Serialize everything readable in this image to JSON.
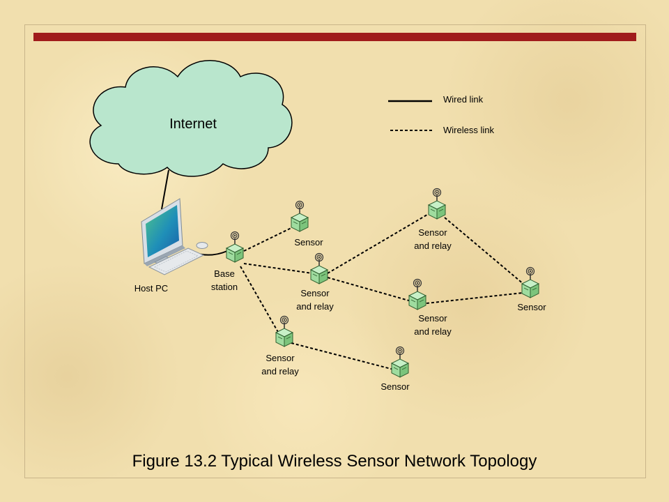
{
  "cloud": {
    "label": "Internet",
    "fill": "#b9e6cd"
  },
  "legend": {
    "wired_label": "Wired link",
    "wireless_label": "Wireless link"
  },
  "host": {
    "label": "Host PC"
  },
  "base": {
    "label_line1": "Base",
    "label_line2": "station"
  },
  "nodes": {
    "sensor_top": {
      "line1": "Sensor"
    },
    "relay_middle": {
      "line1": "Sensor",
      "line2": "and relay"
    },
    "relay_top_right": {
      "line1": "Sensor",
      "line2": "and relay"
    },
    "relay_center_right": {
      "line1": "Sensor",
      "line2": "and relay"
    },
    "sensor_far_right": {
      "line1": "Sensor"
    },
    "relay_lower": {
      "line1": "Sensor",
      "line2": "and relay"
    },
    "sensor_bottom": {
      "line1": "Sensor"
    }
  },
  "caption": "Figure 13.2  Typical Wireless Sensor Network Topology",
  "colors": {
    "node_fill": "#9fdc9f",
    "node_stroke": "#2f5f2f",
    "title_bar": "#a01c1c"
  }
}
